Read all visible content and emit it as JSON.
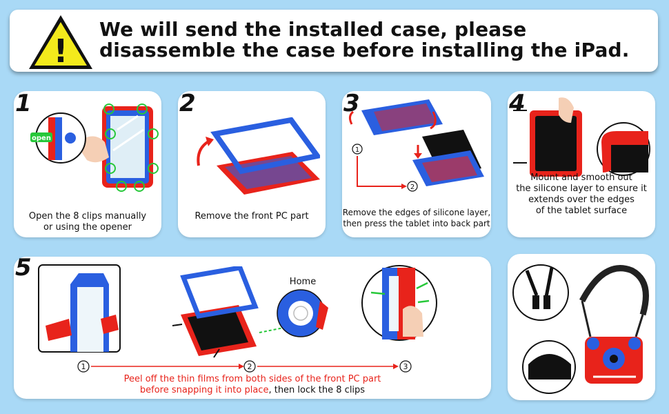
{
  "banner": {
    "line1": "We will send the installed case, please",
    "line2": "disassemble the case before installing the iPad.",
    "warning_symbol": "!"
  },
  "steps": [
    {
      "number": "1",
      "badge": "open",
      "caption1": "Open the 8 clips manually",
      "caption2": "or using the opener"
    },
    {
      "number": "2",
      "caption1": "Remove the front PC part"
    },
    {
      "number": "3",
      "marker1": "1",
      "marker2": "2",
      "caption1": "Remove the edges of silicone layer,",
      "caption2": "then press the tablet into back part"
    },
    {
      "number": "4",
      "caption1": "Mount and smooth out",
      "caption2": "the silicone layer to ensure it",
      "caption3": "extends over the edges",
      "caption4": "of the tablet surface"
    },
    {
      "number": "5",
      "home_label": "Home",
      "markers": [
        "1",
        "2",
        "3"
      ],
      "caption_red1": "Peel off the thin films from both sides of the front PC part",
      "caption_red2": "before snapping it into place",
      "caption_black2": ", then lock the 8 clips"
    }
  ],
  "colors": {
    "case_blue": "#2a5fe0",
    "case_red": "#e8231b",
    "clip_green": "#27c83a",
    "background": "#a9d9f6"
  }
}
